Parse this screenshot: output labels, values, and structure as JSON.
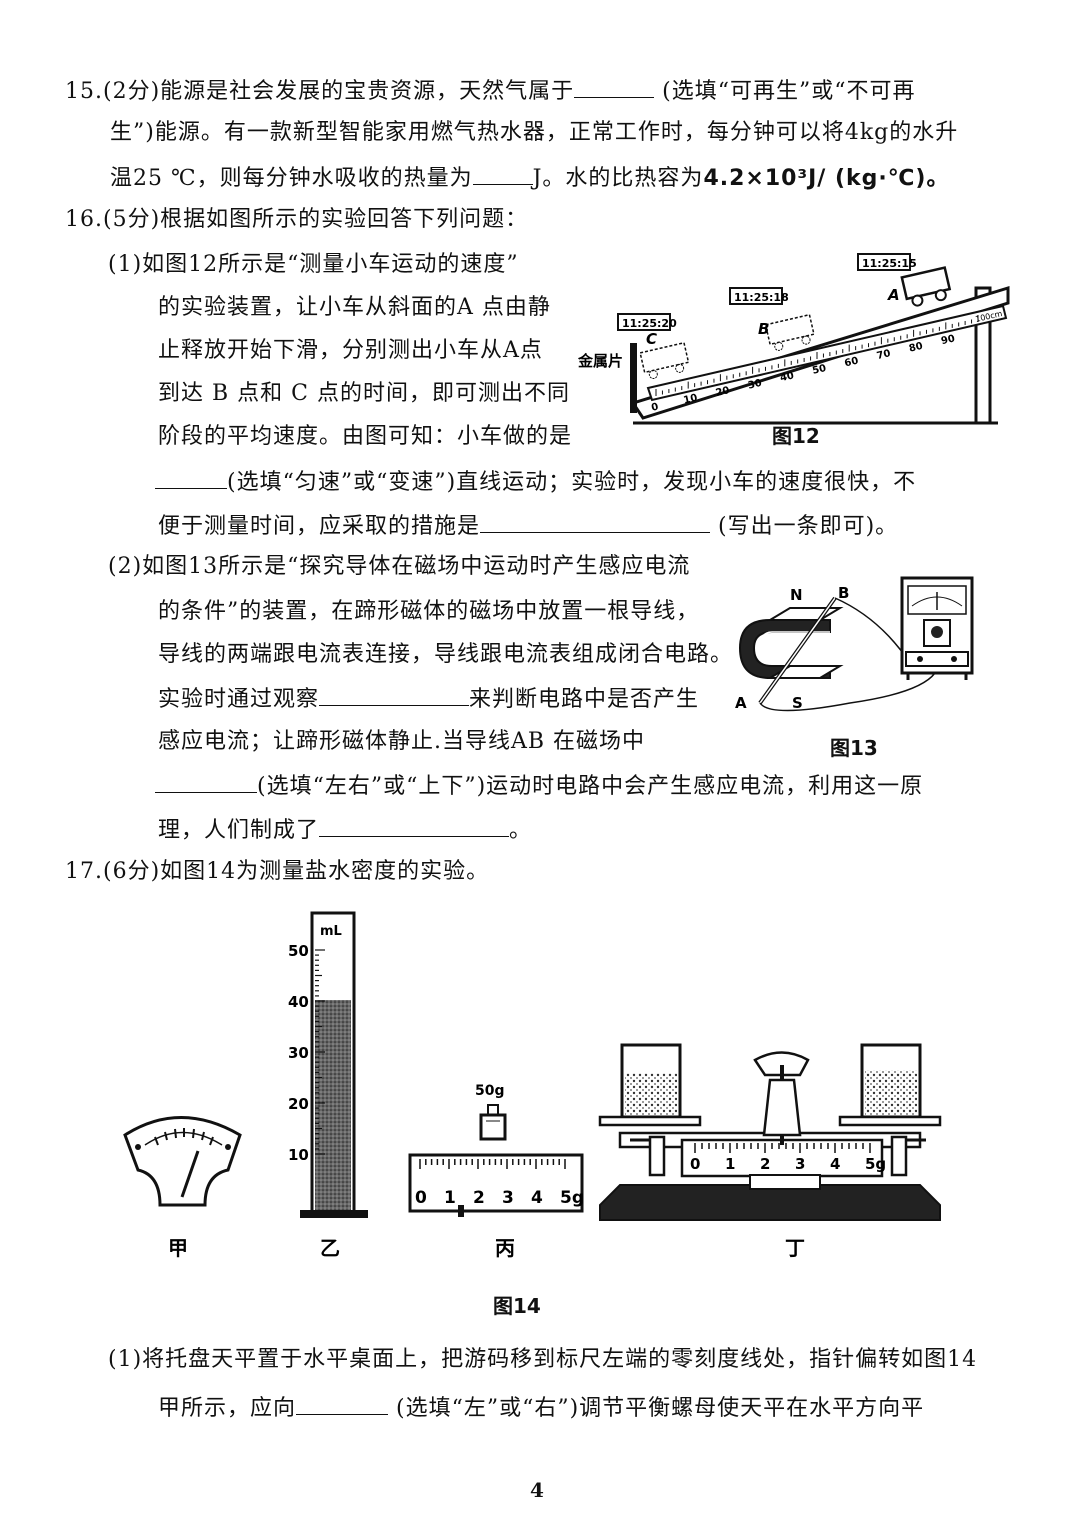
{
  "q15": {
    "l1a": "15.(2分)能源是社会发展的宝贵资源，天然气属于",
    "l1b": "(选填“可再生”或“不可再",
    "l2": "生”)能源。有一款新型智能家用燃气热水器，正常工作时，每分钟可以将4kg的水升",
    "l3a": "温25 ℃，则每分钟水吸收的热量为",
    "l3b": "J。水的比热容为",
    "l3c": "4.2×10³J/ (kg·℃)。"
  },
  "q16": {
    "head": "16.(5分)根据如图所示的实验回答下列问题：",
    "p1": [
      "(1)如图12所示是“测量小车运动的速度”",
      "的实验装置，让小车从斜面的A 点由静",
      "止释放开始下滑，分别测出小车从A点",
      "到达 B 点和 C 点的时间，即可测出不同",
      "阶段的平均速度。由图可知：小车做的是"
    ],
    "p1_l6": "(选填“匀速”或“变速”)直线运动；实验时，发现小车的速度很快，不",
    "p1_l7a": "便于测量时间，应采取的措施是",
    "p1_l7b": "(写出一条即可)。",
    "p2": [
      "(2)如图13所示是“探究导体在磁场中运动时产生感应电流",
      "的条件”的装置，在蹄形磁体的磁场中放置一根导线，",
      "导线的两端跟电流表连接，导线跟电流表组成闭合电路。"
    ],
    "p2_l4a": "实验时通过观察",
    "p2_l4b": "来判断电路中是否产生",
    "p2_l5": "感应电流；让蹄形磁体静止.当导线AB 在磁场中",
    "p2_l6": "(选填“左右”或“上下”)运动时电路中会产生感应电流，利用这一原",
    "p2_l7a": "理，人们制成了",
    "p2_l7b": "。"
  },
  "fig12": {
    "label": "图12",
    "t_a": "11:25:15",
    "t_b": "11:25:18",
    "t_c": "11:25:20",
    "metal": "金属片",
    "pA": "A",
    "pB": "B",
    "pC": "C",
    "unit": "100cm",
    "ticks": [
      "0",
      "10",
      "20",
      "30",
      "40",
      "50",
      "60",
      "70",
      "80",
      "90"
    ]
  },
  "fig13": {
    "label": "图13",
    "N": "N",
    "S": "S",
    "A": "A",
    "B": "B"
  },
  "q17": {
    "head": "17.(6分)如图14为测量盐水密度的实验。",
    "l1": "(1)将托盘天平置于水平桌面上，把游码移到标尺左端的零刻度线处，指针偏转如图14",
    "l2a": "甲所示，应向",
    "l2b": "(选填“左”或“右”)调节平衡螺母使天平在水平方向平"
  },
  "fig14": {
    "label": "图14",
    "cyl_unit": "mL",
    "cyl_ticks": [
      "50",
      "40",
      "30",
      "20",
      "10"
    ],
    "weight": "50g",
    "scale_ticks": [
      "0",
      "1",
      "2",
      "3",
      "4",
      "5g"
    ],
    "sub_jia": "甲",
    "sub_yi": "乙",
    "sub_bing": "丙",
    "sub_ding": "丁"
  },
  "page_number": "4"
}
